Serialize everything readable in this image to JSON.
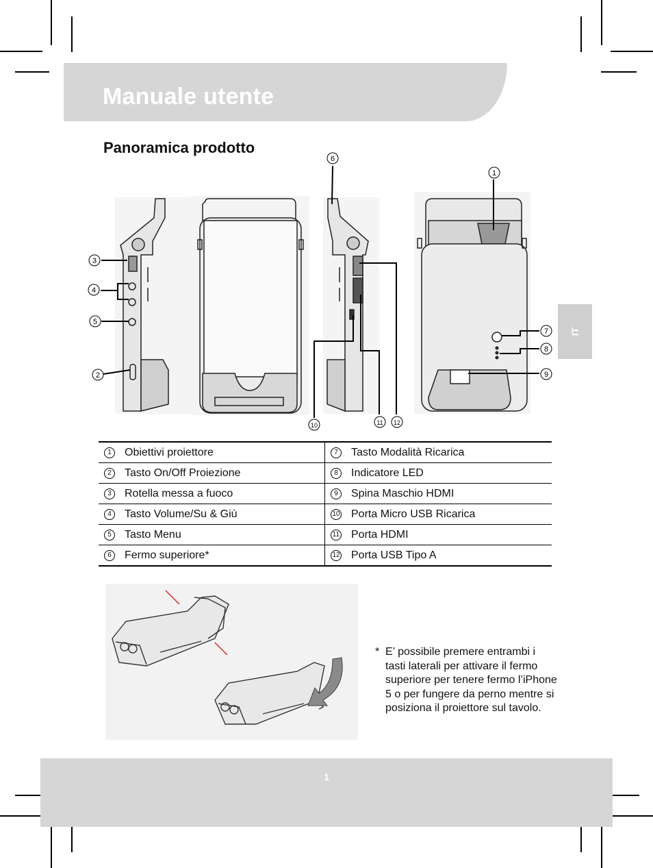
{
  "header": {
    "title": "Manuale utente"
  },
  "section": {
    "title": "Panoramica prodotto"
  },
  "language_tab": "IT",
  "callouts": [
    "①",
    "②",
    "③",
    "④",
    "⑤",
    "⑥",
    "⑦",
    "⑧",
    "⑨",
    "⑩",
    "⑪",
    "⑫"
  ],
  "legend": {
    "rows": [
      {
        "left": {
          "num": "1",
          "label": "Obiettivi proiettore"
        },
        "right": {
          "num": "7",
          "label": "Tasto Modalità Ricarica"
        }
      },
      {
        "left": {
          "num": "2",
          "label": "Tasto On/Off Proiezione"
        },
        "right": {
          "num": "8",
          "label": "Indicatore LED"
        }
      },
      {
        "left": {
          "num": "3",
          "label": "Rotella messa a fuoco"
        },
        "right": {
          "num": "9",
          "label": "Spina Maschio HDMI"
        }
      },
      {
        "left": {
          "num": "4",
          "label": "Tasto Volume/Su & Giù"
        },
        "right": {
          "num": "10",
          "label": "Porta Micro USB Ricarica"
        }
      },
      {
        "left": {
          "num": "5",
          "label": "Tasto Menu"
        },
        "right": {
          "num": "11",
          "label": "Porta HDMI"
        }
      },
      {
        "left": {
          "num": "6",
          "label": "Fermo superiore*"
        },
        "right": {
          "num": "12",
          "label": "Porta USB Tipo A"
        }
      }
    ]
  },
  "note": {
    "star": "*",
    "text": "E’ possibile premere entrambi i tasti laterali per attivare il fermo superiore per tenere fermo l’iPhone 5 o per fungere da perno mentre si posiziona il proiettore sul tavolo."
  },
  "footer": {
    "page_number": "1"
  }
}
